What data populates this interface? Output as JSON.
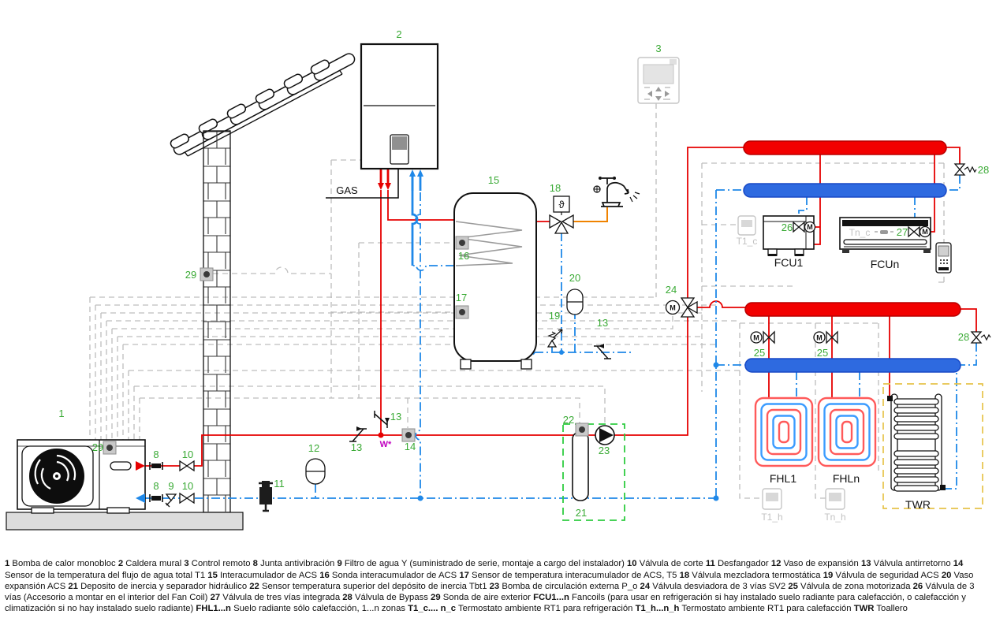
{
  "diagram": {
    "callouts": {
      "n1": "1",
      "n2": "2",
      "n3": "3",
      "n8": "8",
      "n9": "9",
      "n10": "10",
      "n11": "11",
      "n12": "12",
      "n13": "13",
      "n14": "14",
      "n15": "15",
      "n16": "16",
      "n17": "17",
      "n18": "18",
      "n19": "19",
      "n20": "20",
      "n21": "21",
      "n22": "22",
      "n23": "23",
      "n24": "24",
      "n25": "25",
      "n26": "26",
      "n27": "27",
      "n28": "28",
      "n29": "29"
    },
    "labels": {
      "gas": "GAS",
      "w": "W*",
      "m": "M",
      "theta": "ϑ",
      "fcu1": "FCU1",
      "fcun": "FCUn",
      "fhl1": "FHL1",
      "fhln": "FHLn",
      "twr": "TWR",
      "t1c": "T1_c",
      "tnc": "Tn_c",
      "t1h": "T1_h",
      "tnh": "Tn_h"
    },
    "colors": {
      "supply": "#e60000",
      "return": "#1f88e8",
      "dhw": "#f08300",
      "callout": "#3aaa35",
      "control_wire": "#bdbdbd",
      "buffer_box": "#2ecc40",
      "towel_box": "#e6c34a",
      "mix_point": "#c000c0"
    }
  },
  "legend": {
    "items": [
      {
        "term": "1",
        "desc": "Bomba de calor monobloc"
      },
      {
        "term": "2",
        "desc": "Caldera mural"
      },
      {
        "term": "3",
        "desc": "Control remoto"
      },
      {
        "term": "8",
        "desc": "Junta antivibración"
      },
      {
        "term": "9",
        "desc": "Filtro de agua Y (suministrado de serie, montaje a cargo del instalador)"
      },
      {
        "term": "10",
        "desc": "Válvula de corte"
      },
      {
        "term": "11",
        "desc": "Desfangador"
      },
      {
        "term": "12",
        "desc": "Vaso de expansión"
      },
      {
        "term": "13",
        "desc": "Válvula antirretorno"
      },
      {
        "term": "14",
        "desc": "Sensor de la temperatura del flujo de agua total T1"
      },
      {
        "term": "15",
        "desc": "Interacumulador de ACS"
      },
      {
        "term": "16",
        "desc": "Sonda interacumulador de ACS"
      },
      {
        "term": "17",
        "desc": "Sensor de temperatura interacumulador de ACS, T5"
      },
      {
        "term": "18",
        "desc": "Válvula mezcladora termostática"
      },
      {
        "term": "19",
        "desc": "Válvula de seguridad ACS"
      },
      {
        "term": "20",
        "desc": "Vaso expansión ACS"
      },
      {
        "term": "21",
        "desc": "Deposito de inercia y separador hidráulico"
      },
      {
        "term": "22",
        "desc": "Sensor temperatura superior del depósito de inercia Tbt1"
      },
      {
        "term": "23",
        "desc": "Bomba de circulación externa P_o"
      },
      {
        "term": "24",
        "desc": "Válvula desviadora de 3 vías SV2"
      },
      {
        "term": "25",
        "desc": "Válvula de zona motorizada"
      },
      {
        "term": "26",
        "desc": "Válvula de 3 vías (Accesorio a montar en el interior del Fan Coil)"
      },
      {
        "term": "27",
        "desc": "Válvula de tres vías integrada"
      },
      {
        "term": "28",
        "desc": "Válvula de Bypass"
      },
      {
        "term": "29",
        "desc": "Sonda de aire exterior"
      },
      {
        "term": "FCU1...n",
        "desc": "Fancoils (para usar en refrigeración si hay instalado suelo radiante para calefacción, o calefacción y climatización si no hay instalado suelo radiante)"
      },
      {
        "term": "FHL1...n",
        "desc": "Suelo radiante sólo calefacción, 1...n zonas"
      },
      {
        "term": "T1_c.... n_c",
        "desc": "Termostato ambiente RT1 para refrigeración"
      },
      {
        "term": "T1_h...n_h",
        "desc": "Termostato ambiente RT1 para calefacción"
      },
      {
        "term": "TWR",
        "desc": "Toallero"
      }
    ]
  }
}
